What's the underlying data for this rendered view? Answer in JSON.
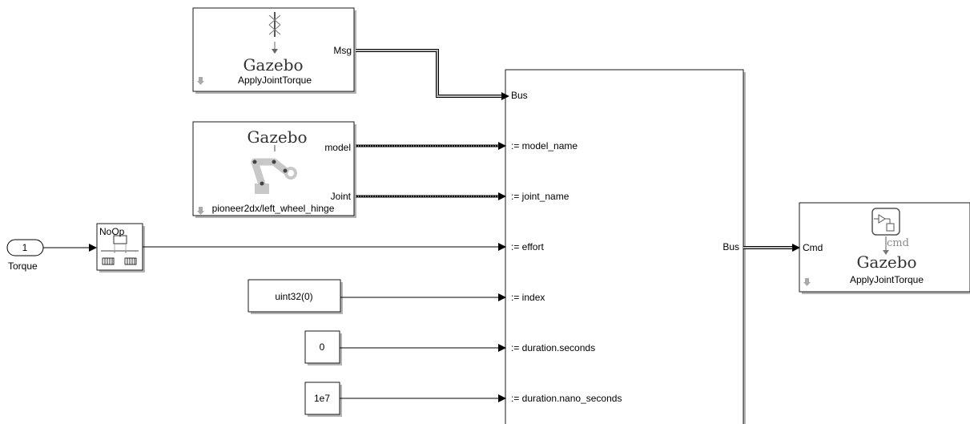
{
  "blocks": {
    "subscriber": {
      "brand": "Gazebo",
      "caption": "ApplyJointTorque",
      "out_port": "Msg"
    },
    "model_block": {
      "brand": "Gazebo",
      "caption": "pioneer2dx/left_wheel_hinge",
      "out_model": "model",
      "out_joint": "Joint"
    },
    "inport": {
      "number": "1",
      "name": "Torque"
    },
    "noop": {
      "label": "NoOp"
    },
    "const_index": {
      "value": "uint32(0)"
    },
    "const_seconds": {
      "value": "0"
    },
    "const_nano": {
      "value": "1e7"
    },
    "bus_assignment": {
      "in_bus": "Bus",
      "out_bus": "Bus",
      "ports": [
        ":= model_name",
        ":= joint_name",
        ":= effort",
        ":= index",
        ":= duration.seconds",
        ":= duration.nano_seconds"
      ]
    },
    "publisher": {
      "brand": "Gazebo",
      "caption": "ApplyJointTorque",
      "in_port": "Cmd",
      "icon_text": "cmd"
    }
  },
  "colors": {
    "line": "#000000",
    "block_border": "#1a1a1a",
    "block_shadow": "#b4b4b4",
    "icon_gray": "#9a9a9a"
  }
}
